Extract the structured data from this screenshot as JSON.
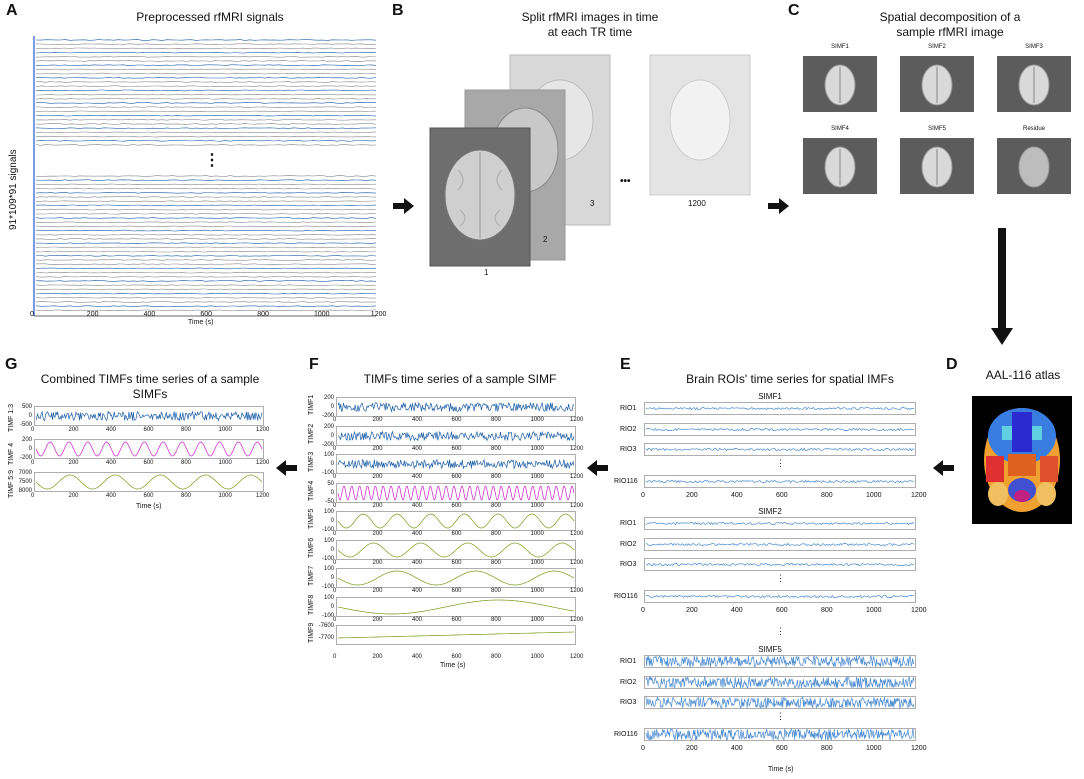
{
  "panels": {
    "A": {
      "letter": "A",
      "title": "Preprocessed rfMRI signals",
      "ylabel": "91*109*91 signals",
      "ellipsis": "⋮",
      "xlabel": "Time (s)",
      "xticks": [
        "0",
        "200",
        "400",
        "600",
        "800",
        "1000",
        "1200"
      ]
    },
    "B": {
      "letter": "B",
      "title_line1": "Split rfMRI images in time",
      "title_line2": "at each TR time",
      "slides": [
        "1",
        "2",
        "3",
        "1200"
      ],
      "dots": "•••"
    },
    "C": {
      "letter": "C",
      "title_line1": "Spatial decomposition of a",
      "title_line2": "sample rfMRI image",
      "components": [
        "SIMF1",
        "SIMF2",
        "SIMF3",
        "SIMF4",
        "SIMF5",
        "Residue"
      ]
    },
    "D": {
      "letter": "D",
      "title": "AAL-116 atlas"
    },
    "E": {
      "letter": "E",
      "title": "Brain ROIs' time series for spatial IMFs",
      "groups": [
        {
          "name": "SIMF1",
          "rois": [
            "RIO1",
            "RIO2",
            "RIO3",
            "RIO116"
          ]
        },
        {
          "name": "SIMF2",
          "rois": [
            "RIO1",
            "RIO2",
            "RIO3",
            "RIO116"
          ]
        },
        {
          "name": "SIMF5",
          "rois": [
            "RIO1",
            "RIO2",
            "RIO3",
            "RIO116"
          ]
        }
      ],
      "ellipsis": "⋮",
      "xlabel": "Time (s)",
      "xticks": [
        "0",
        "200",
        "400",
        "600",
        "800",
        "1000",
        "1200"
      ]
    },
    "F": {
      "letter": "F",
      "title": "TIMFs time series of a sample SIMF",
      "rows": [
        {
          "name": "TIMF1",
          "yticks": [
            "200",
            "0",
            "-200"
          ],
          "color": "#1f5fa8"
        },
        {
          "name": "TIMF2",
          "yticks": [
            "200",
            "0",
            "-200"
          ],
          "color": "#1f5fa8"
        },
        {
          "name": "TIMF3",
          "yticks": [
            "100",
            "0",
            "-100"
          ],
          "color": "#1f5fa8"
        },
        {
          "name": "TIMF4",
          "yticks": [
            "50",
            "0",
            "-50"
          ],
          "color": "#cc22cc"
        },
        {
          "name": "TIMF5",
          "yticks": [
            "100",
            "0",
            "-100"
          ],
          "color": "#7a9a1a"
        },
        {
          "name": "TIMF6",
          "yticks": [
            "100",
            "0",
            "-100"
          ],
          "color": "#7a9a1a"
        },
        {
          "name": "TIMF7",
          "yticks": [
            "100",
            "0",
            "-100"
          ],
          "color": "#7a9a1a"
        },
        {
          "name": "TIMF8",
          "yticks": [
            "100",
            "0",
            "-100"
          ],
          "color": "#7a9a1a"
        },
        {
          "name": "TIMF9",
          "yticks": [
            "-7600",
            "-7700"
          ],
          "color": "#7a9a1a"
        }
      ],
      "xlabel": "Time (s)",
      "xticks": [
        "0",
        "200",
        "400",
        "600",
        "800",
        "1000",
        "1200"
      ]
    },
    "G": {
      "letter": "G",
      "title_line1": "Combined TIMFs time series of a sample",
      "title_line2": "SIMFs",
      "rows": [
        {
          "name": "TIMF 1:3",
          "yticks": [
            "500",
            "0",
            "-500"
          ],
          "color": "#1f5fa8"
        },
        {
          "name": "TIMF 4",
          "yticks": [
            "200",
            "0",
            "-200"
          ],
          "color": "#cc22cc"
        },
        {
          "name": "TIMF 5:9",
          "yticks": [
            "7000",
            "7500",
            "8000"
          ],
          "color": "#7a9a1a"
        }
      ],
      "xlabel": "Time (s)",
      "xticks": [
        "0",
        "200",
        "400",
        "600",
        "800",
        "1000",
        "1200"
      ]
    }
  },
  "colors": {
    "signal_blue": "#1f5fa8",
    "signal_gray": "#8a8a8a",
    "arrow": "#111111",
    "brain_bg": "#5a5a5a"
  }
}
